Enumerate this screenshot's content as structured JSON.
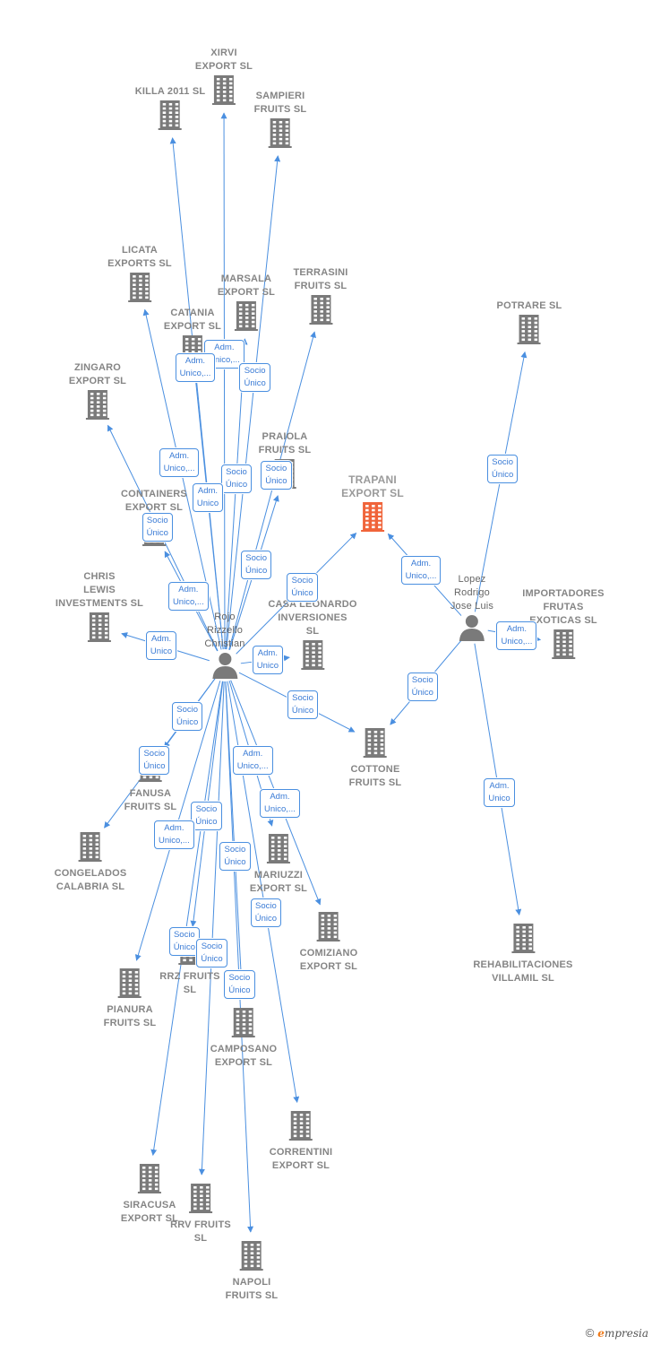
{
  "companies": [
    {
      "id": "xirvi",
      "name": "XIRVI\nEXPORT  SL"
    },
    {
      "id": "killa",
      "name": "KILLA 2011 SL"
    },
    {
      "id": "sampieri",
      "name": "SAMPIERI\nFRUITS  SL"
    },
    {
      "id": "licata",
      "name": "LICATA\nEXPORTS  SL"
    },
    {
      "id": "marsala",
      "name": "MARSALA\nEXPORT  SL"
    },
    {
      "id": "terrasini",
      "name": "TERRASINI\nFRUITS  SL"
    },
    {
      "id": "catania",
      "name": "CATANIA\nEXPORT  SL"
    },
    {
      "id": "potrare",
      "name": "POTRARE  SL"
    },
    {
      "id": "zingaro",
      "name": "ZINGARO\nEXPORT  SL"
    },
    {
      "id": "praiola",
      "name": "PRAIOLA\nFRUITS  SL"
    },
    {
      "id": "trapani",
      "name": "TRAPANI\nEXPORT  SL",
      "focus": true
    },
    {
      "id": "containers",
      "name": "CONTAINERS\nEXPORT  SL"
    },
    {
      "id": "chris",
      "name": "CHRIS\nLEWIS\nINVESTMENTS SL"
    },
    {
      "id": "leonardo",
      "name": "CASA LEONARDO\nINVERSIONES\nSL"
    },
    {
      "id": "importadores",
      "name": "IMPORTADORES\nFRUTAS\nEXOTICAS SL"
    },
    {
      "id": "cottone",
      "name": "COTTONE\nFRUITS  SL"
    },
    {
      "id": "fanusa",
      "name": "FANUSA\nFRUITS  SL"
    },
    {
      "id": "congelados",
      "name": "CONGELADOS\nCALABRIA  SL"
    },
    {
      "id": "mariuzzi",
      "name": "MARIUZZI\nEXPORT  SL"
    },
    {
      "id": "comiziano",
      "name": "COMIZIANO\nEXPORT  SL"
    },
    {
      "id": "rehabilitaciones",
      "name": "REHABILITACIONES\nVILLAMIL SL"
    },
    {
      "id": "rrz",
      "name": "RRZ FRUITS\nSL"
    },
    {
      "id": "pianura",
      "name": "PIANURA\nFRUITS  SL"
    },
    {
      "id": "camposano",
      "name": "CAMPOSANO\nEXPORT  SL"
    },
    {
      "id": "correntini",
      "name": "CORRENTINI\nEXPORT  SL"
    },
    {
      "id": "siracusa",
      "name": "SIRACUSA\nEXPORT  SL"
    },
    {
      "id": "rrv",
      "name": "RRV FRUITS\nSL"
    },
    {
      "id": "napoli",
      "name": "NAPOLI\nFRUITS  SL"
    }
  ],
  "persons": [
    {
      "id": "rojo",
      "name": "Rojo\nRizzello\nChristian"
    },
    {
      "id": "lopez",
      "name": "Lopez\nRodrigo\nJose Luis"
    }
  ],
  "edges": [
    {
      "from": "rojo",
      "to": "xirvi",
      "label": "Adm.\nUnico,..."
    },
    {
      "from": "rojo",
      "to": "killa",
      "label": "Adm.\nUnico,..."
    },
    {
      "from": "rojo",
      "to": "sampieri",
      "label": "Socio\nÚnico"
    },
    {
      "from": "rojo",
      "to": "licata",
      "label": "Adm.\nUnico,..."
    },
    {
      "from": "rojo",
      "to": "marsala",
      "label": "Socio\nÚnico"
    },
    {
      "from": "rojo",
      "to": "terrasini",
      "label": "Socio\nÚnico"
    },
    {
      "from": "rojo",
      "to": "catania",
      "label": "Adm.\nUnico"
    },
    {
      "from": "rojo",
      "to": "zingaro",
      "label": "Socio\nÚnico"
    },
    {
      "from": "rojo",
      "to": "praiola",
      "label": "Socio\nÚnico"
    },
    {
      "from": "rojo",
      "to": "containers",
      "label": "Adm.\nUnico,..."
    },
    {
      "from": "rojo",
      "to": "trapani",
      "label": "Socio\nÚnico"
    },
    {
      "from": "rojo",
      "to": "chris",
      "label": "Adm.\nUnico"
    },
    {
      "from": "rojo",
      "to": "leonardo",
      "label": "Adm.\nUnico"
    },
    {
      "from": "rojo",
      "to": "cottone",
      "label": "Socio\nÚnico"
    },
    {
      "from": "rojo",
      "to": "fanusa",
      "label": "Socio\nÚnico"
    },
    {
      "from": "rojo",
      "to": "congelados",
      "label": "Socio\nÚnico"
    },
    {
      "from": "rojo",
      "to": "mariuzzi",
      "label": "Adm.\nUnico,..."
    },
    {
      "from": "rojo",
      "to": "comiziano",
      "label": "Adm.\nUnico,..."
    },
    {
      "from": "rojo",
      "to": "rrz",
      "label": "Socio\nÚnico"
    },
    {
      "from": "rojo",
      "to": "pianura",
      "label": "Adm.\nUnico,..."
    },
    {
      "from": "rojo",
      "to": "camposano",
      "label": "Socio\nÚnico"
    },
    {
      "from": "rojo",
      "to": "correntini",
      "label": "Socio\nÚnico"
    },
    {
      "from": "rojo",
      "to": "siracusa",
      "label": "Socio\nÚnico"
    },
    {
      "from": "rojo",
      "to": "rrv",
      "label": "Socio\nÚnico"
    },
    {
      "from": "rojo",
      "to": "napoli",
      "label": "Socio\nÚnico"
    },
    {
      "from": "lopez",
      "to": "trapani",
      "label": "Adm.\nUnico,..."
    },
    {
      "from": "lopez",
      "to": "potrare",
      "label": "Socio\nÚnico"
    },
    {
      "from": "lopez",
      "to": "importadores",
      "label": "Adm.\nUnico,..."
    },
    {
      "from": "lopez",
      "to": "cottone",
      "label": "Socio\nÚnico"
    },
    {
      "from": "lopez",
      "to": "rehabilitaciones",
      "label": "Adm.\nUnico"
    }
  ],
  "colors": {
    "edge": "#4a8fe0",
    "building": "#7a7a7a",
    "focus": "#f0643a",
    "person": "#7a7a7a"
  },
  "footer": {
    "copyright": "©",
    "brand_initial": "e",
    "brand_rest": "mpresia"
  }
}
